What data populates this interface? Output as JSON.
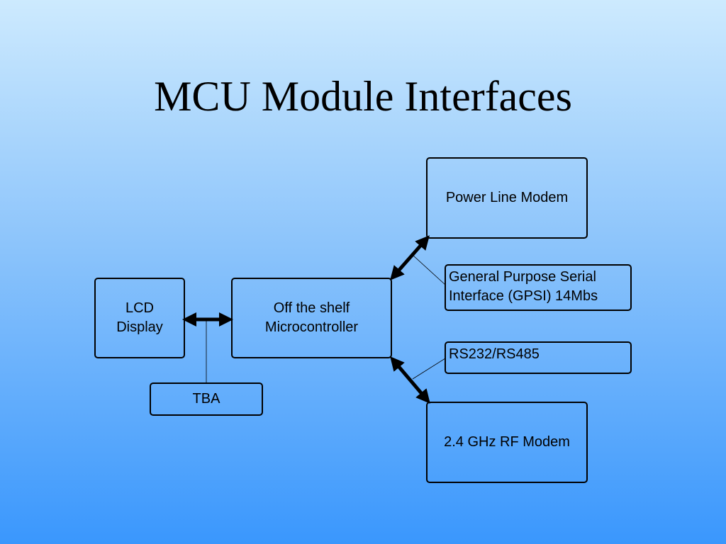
{
  "slide": {
    "title": "MCU Module Interfaces"
  },
  "diagram": {
    "nodes": {
      "lcd": "LCD\nDisplay",
      "mcu": "Off the shelf\nMicrocontroller",
      "tba": "TBA",
      "plm": "Power Line Modem",
      "gpsi": "General Purpose Serial\nInterface (GPSI) 14Mbs",
      "rs232": "RS232/RS485",
      "rf": "2.4 GHz RF Modem"
    },
    "colors": {
      "background_top": "#cdeafe",
      "background_bottom": "#3a97fd",
      "stroke": "#000000"
    },
    "connections": [
      {
        "from": "lcd",
        "to": "mcu",
        "type": "double-arrow"
      },
      {
        "from": "mcu",
        "to": "plm",
        "type": "double-arrow"
      },
      {
        "from": "mcu",
        "to": "rf",
        "type": "double-arrow"
      }
    ],
    "callouts": [
      {
        "label": "tba",
        "target": "lcd-mcu-link"
      },
      {
        "label": "gpsi",
        "target": "mcu-plm-link"
      },
      {
        "label": "rs232",
        "target": "mcu-rf-link"
      }
    ]
  }
}
